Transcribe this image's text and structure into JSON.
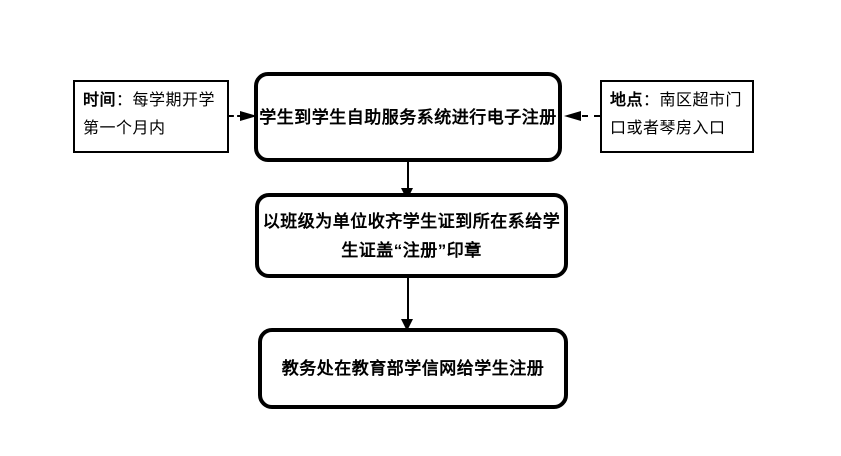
{
  "colors": {
    "ink": "#000000",
    "background": "#ffffff"
  },
  "notes": {
    "time": {
      "label": "时间",
      "text": "：每学期开学第一个月内"
    },
    "location": {
      "label": "地点",
      "text": "：南区超市门口或者琴房入口"
    }
  },
  "steps": [
    {
      "lines": [
        "学生到学生自助服务系统进行电子注册"
      ]
    },
    {
      "lines": [
        "以班级为单位收齐学生证到所在系给学",
        "生证盖“注册”印章"
      ]
    },
    {
      "lines": [
        "教务处在教育部学信网给学生注册"
      ]
    }
  ]
}
